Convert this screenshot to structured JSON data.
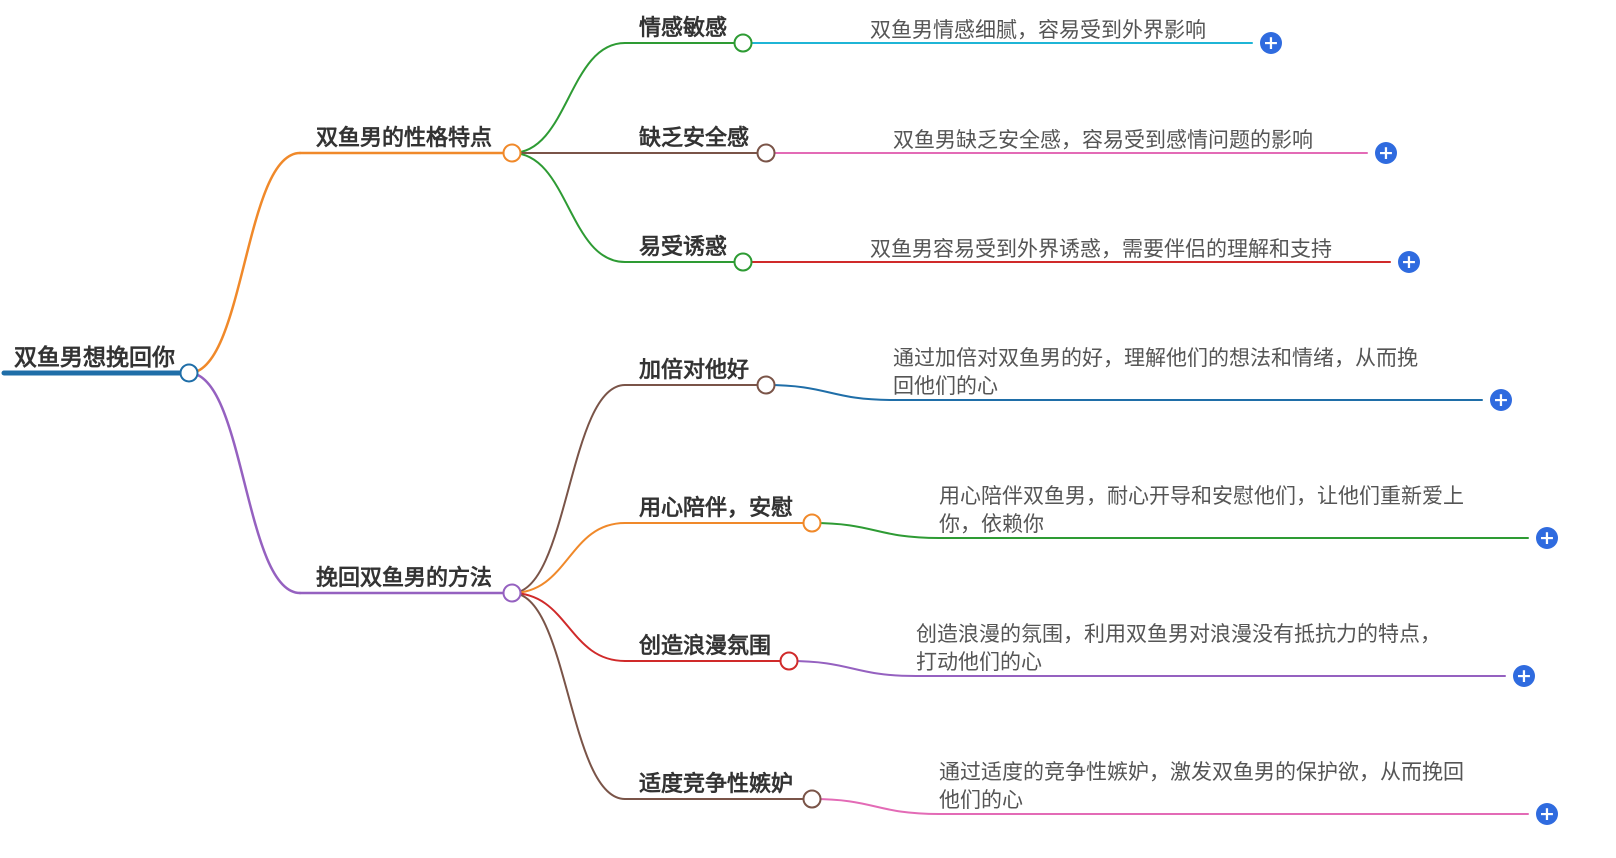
{
  "root": {
    "label": "双鱼男想挽回你",
    "color": "#1f6ea8"
  },
  "branches": [
    {
      "label": "双鱼男的性格特点",
      "color": "#f0892a",
      "edge_color": "#f0892a",
      "children": [
        {
          "label": "情感敏感",
          "color": "#2e9b34",
          "leaf": [
            "双鱼男情感细腻，容易受到外界影响"
          ],
          "leaf_color": "#1fb5d6"
        },
        {
          "label": "缺乏安全感",
          "color": "#7a5448",
          "leaf": [
            "双鱼男缺乏安全感，容易受到感情问题的影响"
          ],
          "leaf_color": "#e36bb6"
        },
        {
          "label": "易受诱惑",
          "color": "#2e9b34",
          "leaf": [
            "双鱼男容易受到外界诱惑，需要伴侣的理解和支持"
          ],
          "leaf_color": "#d02a2a"
        }
      ]
    },
    {
      "label": "挽回双鱼男的方法",
      "color": "#9561c0",
      "edge_color": "#9561c0",
      "children": [
        {
          "label": "加倍对他好",
          "color": "#7a5448",
          "leaf": [
            "通过加倍对双鱼男的好，理解他们的想法和情绪，从而挽",
            "回他们的心"
          ],
          "leaf_color": "#1f6ea8"
        },
        {
          "label": "用心陪伴，安慰",
          "color": "#f0892a",
          "leaf": [
            "用心陪伴双鱼男，耐心开导和安慰他们，让他们重新爱上",
            "你，依赖你"
          ],
          "leaf_color": "#2e9b34"
        },
        {
          "label": "创造浪漫氛围",
          "color": "#d02a2a",
          "leaf": [
            "创造浪漫的氛围，利用双鱼男对浪漫没有抵抗力的特点，",
            "打动他们的心"
          ],
          "leaf_color": "#9561c0"
        },
        {
          "label": "适度竞争性嫉妒",
          "color": "#7a5448",
          "leaf": [
            "通过适度的竞争性嫉妒，激发双鱼男的保护欲，从而挽回",
            "他们的心"
          ],
          "leaf_color": "#e36bb6"
        }
      ]
    }
  ],
  "expand_icon": "plus-icon",
  "expand_glyph": "+"
}
